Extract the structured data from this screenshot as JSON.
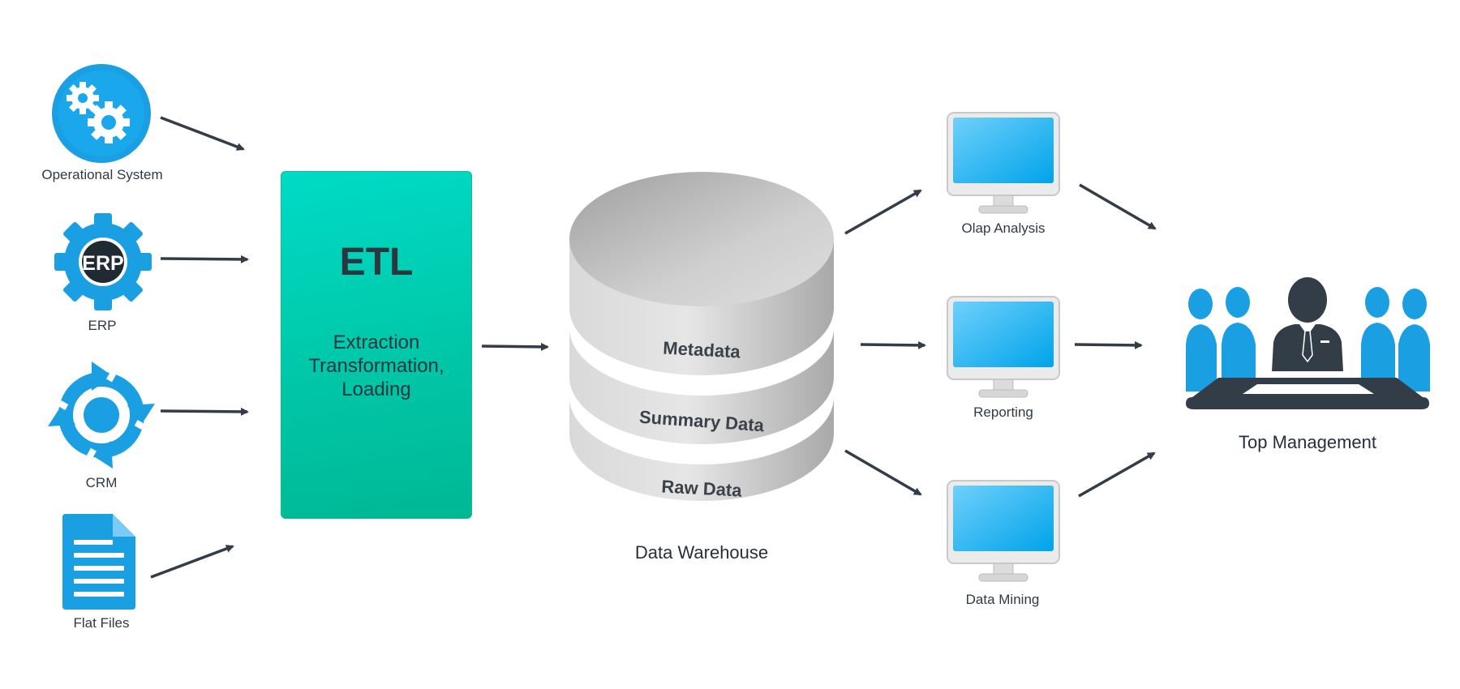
{
  "sources": {
    "operational_system": "Operational System",
    "erp": "ERP",
    "erp_badge": "ERP",
    "crm": "CRM",
    "flat_files": "Flat Files"
  },
  "etl": {
    "title": "ETL",
    "subtitle": "Extraction\nTransformation,\nLoading"
  },
  "warehouse": {
    "title": "Data Warehouse",
    "layers": [
      "Metadata",
      "Summary Data",
      "Raw Data"
    ]
  },
  "outputs": {
    "olap": "Olap Analysis",
    "reporting": "Reporting",
    "mining": "Data Mining"
  },
  "management": {
    "title": "Top Management"
  },
  "colors": {
    "blue": "#1a9fe3",
    "teal": "#00c9ab",
    "dark": "#333d47",
    "gray": "#d2d2d2"
  },
  "icons": [
    "gears-icon",
    "erp-gear-icon",
    "cycle-arrows-icon",
    "document-icon",
    "monitor-icon",
    "meeting-people-icon"
  ]
}
